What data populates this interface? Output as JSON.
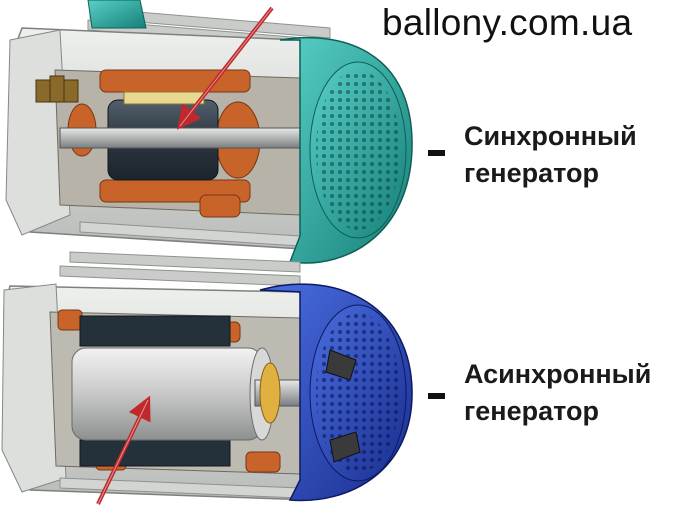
{
  "watermark": "ballony.com.ua",
  "labels": {
    "synchronous": {
      "line1": "Синхронный",
      "line2": "генератор"
    },
    "asynchronous": {
      "line1": "Асинхронный",
      "line2": "генератор"
    }
  },
  "colors": {
    "teal_fan_cover": "#2aa8a0",
    "blue_fan_cover": "#2a48b8",
    "copper_coil": "#c8642a",
    "housing_grey": "#d8dcd8",
    "pointer_arrow": "#c0282c"
  }
}
